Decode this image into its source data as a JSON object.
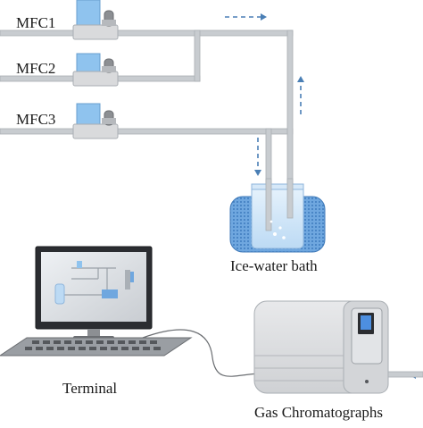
{
  "mfcs": [
    {
      "label": "MFC1"
    },
    {
      "label": "MFC2"
    },
    {
      "label": "MFC3"
    }
  ],
  "ice_bath": {
    "label": "Ice-water bath"
  },
  "terminal": {
    "label": "Terminal"
  },
  "gc": {
    "label": "Gas Chromatographs"
  },
  "colors": {
    "pipe": "#c8ccd0",
    "pipe_edge": "#a9aeb3",
    "flow_arrow": "#4a7fb5",
    "water": "#7fb3e6",
    "mfc_blue": "#8fc3ee",
    "device_gray": "#d9dadc"
  }
}
